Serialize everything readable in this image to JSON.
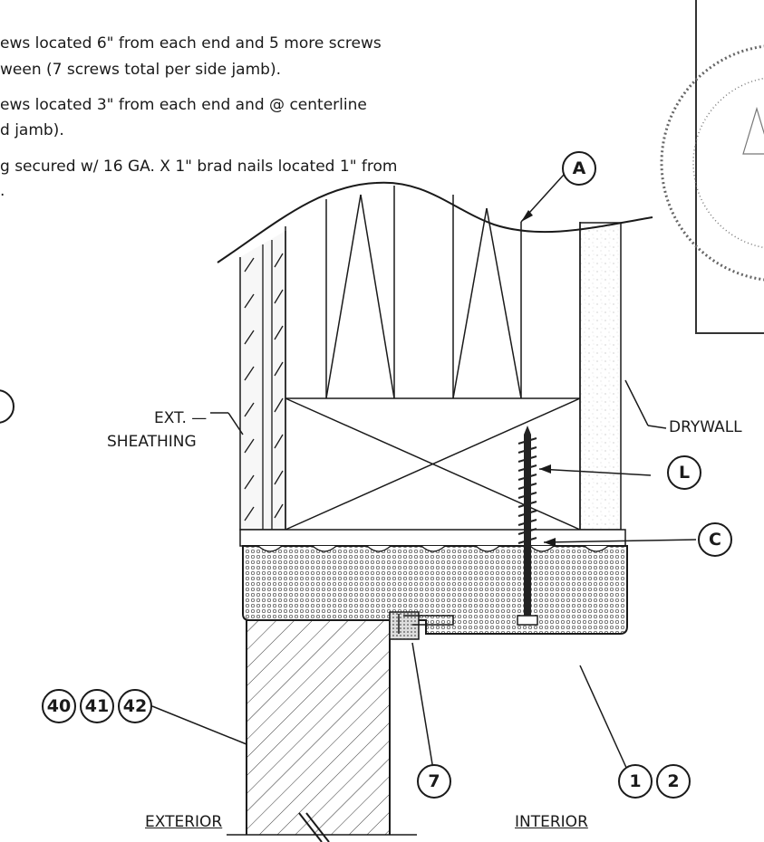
{
  "notes": [
    "ews located 6\" from each end and 5 more screws",
    "ween (7 screws total per side jamb).",
    "ews located 3\" from each end and @ centerline",
    "d jamb).",
    "g secured w/ 16 GA. X 1\" brad nails located 1\" from",
    "."
  ],
  "labels": {
    "ext_sheathing_line1": "EXT. —",
    "ext_sheathing_line2": "SHEATHING",
    "drywall": "DRYWALL",
    "exterior": "EXTERIOR",
    "interior": "INTERIOR"
  },
  "callouts": {
    "a": "A",
    "l": "L",
    "c": "C",
    "n40": "40",
    "n41": "41",
    "n42": "42",
    "n7": "7",
    "n1": "1",
    "n2": "2"
  }
}
